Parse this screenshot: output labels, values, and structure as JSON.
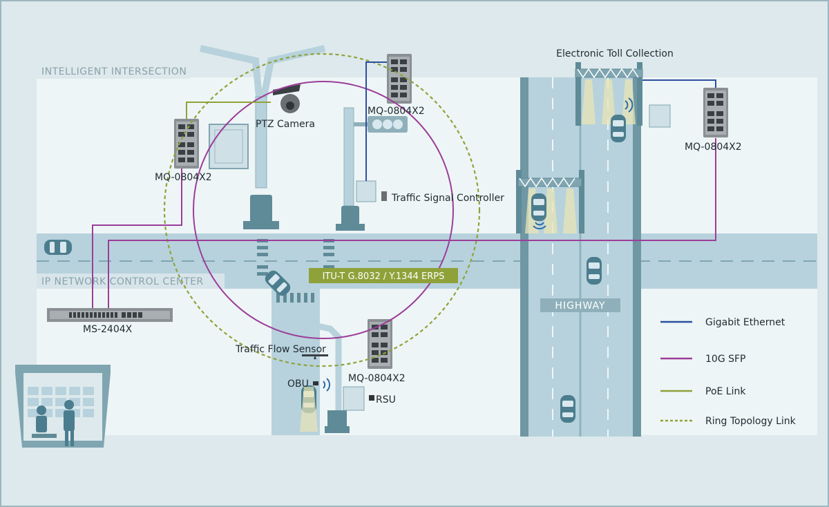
{
  "zones": {
    "intersection": "INTELLIGENT INTERSECTION",
    "control_center": "IP NETWORK CONTROL CENTER",
    "highway": "HIGHWAY"
  },
  "labels": {
    "etc": "Electronic Toll Collection",
    "ptz": "PTZ Camera",
    "tsc": "Traffic Signal Controller",
    "tfs": "Traffic Flow Sensor",
    "obu": "OBU",
    "rsu": "RSU",
    "erps": "ITU-T G.8032 / Y.1344 ERPS"
  },
  "devices": {
    "switch_left": "MQ-0804X2",
    "switch_top": "MQ-0804X2",
    "switch_right": "MQ-0804X2",
    "switch_bottom": "MQ-0804X2",
    "core_switch": "MS-2404X"
  },
  "legend": [
    {
      "label": "Gigabit Ethernet",
      "color": "#2b4fa0",
      "style": "solid"
    },
    {
      "label": "10G SFP",
      "color": "#9b3d99",
      "style": "solid"
    },
    {
      "label": "PoE Link",
      "color": "#8fa23a",
      "style": "solid"
    },
    {
      "label": "Ring Topology Link",
      "color": "#8fa23a",
      "style": "dashed"
    }
  ],
  "colors": {
    "road": "#b7d2dc",
    "road_edge": "#6f97a4",
    "zone_bg": "#eef5f6",
    "gigabit": "#2b4fa0",
    "sfp": "#9b3d99",
    "poe": "#8fa23a"
  }
}
